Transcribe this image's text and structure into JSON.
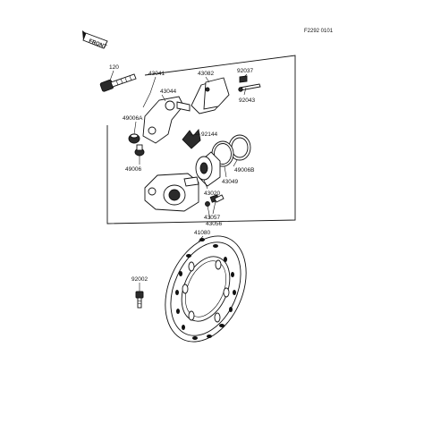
{
  "diagram_code": "F2292 0101",
  "front_label": "FRONT",
  "parts": [
    {
      "id": "120",
      "label": "120"
    },
    {
      "id": "43041",
      "label": "43041"
    },
    {
      "id": "43044",
      "label": "43044"
    },
    {
      "id": "43082",
      "label": "43082"
    },
    {
      "id": "92037",
      "label": "92037"
    },
    {
      "id": "92043",
      "label": "92043"
    },
    {
      "id": "49006A",
      "label": "49006A"
    },
    {
      "id": "92144",
      "label": "92144"
    },
    {
      "id": "49006",
      "label": "49006"
    },
    {
      "id": "49006B",
      "label": "49006B"
    },
    {
      "id": "43049",
      "label": "43049"
    },
    {
      "id": "43020",
      "label": "43020"
    },
    {
      "id": "43057",
      "label": "43057"
    },
    {
      "id": "43056",
      "label": "43056"
    },
    {
      "id": "41080",
      "label": "41080"
    },
    {
      "id": "92002",
      "label": "92002"
    }
  ]
}
